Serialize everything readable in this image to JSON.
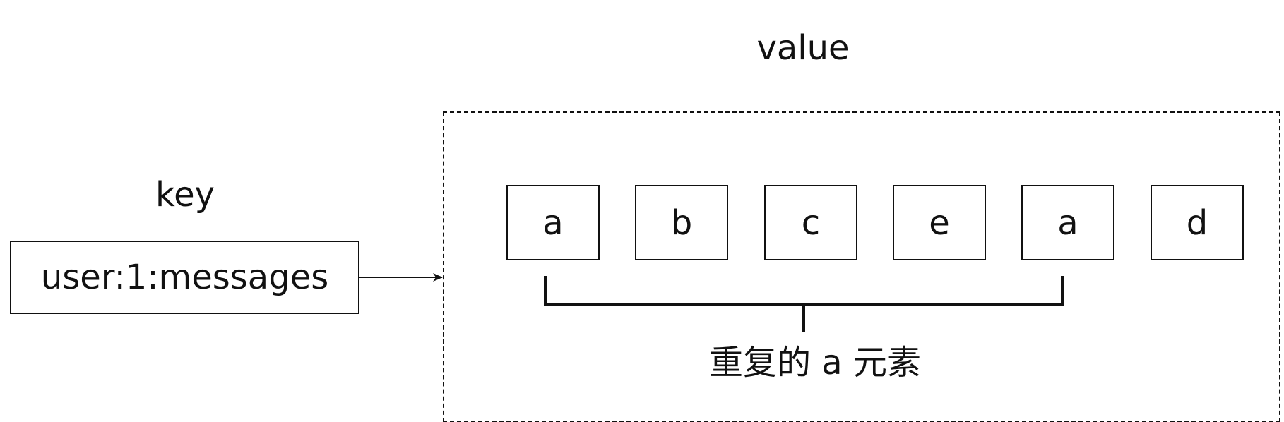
{
  "key": {
    "heading": "key",
    "name": "user:1:messages"
  },
  "value": {
    "heading": "value",
    "elements": [
      "a",
      "b",
      "c",
      "e",
      "a",
      "d"
    ],
    "duplicate_label": "重复的 a 元素"
  }
}
